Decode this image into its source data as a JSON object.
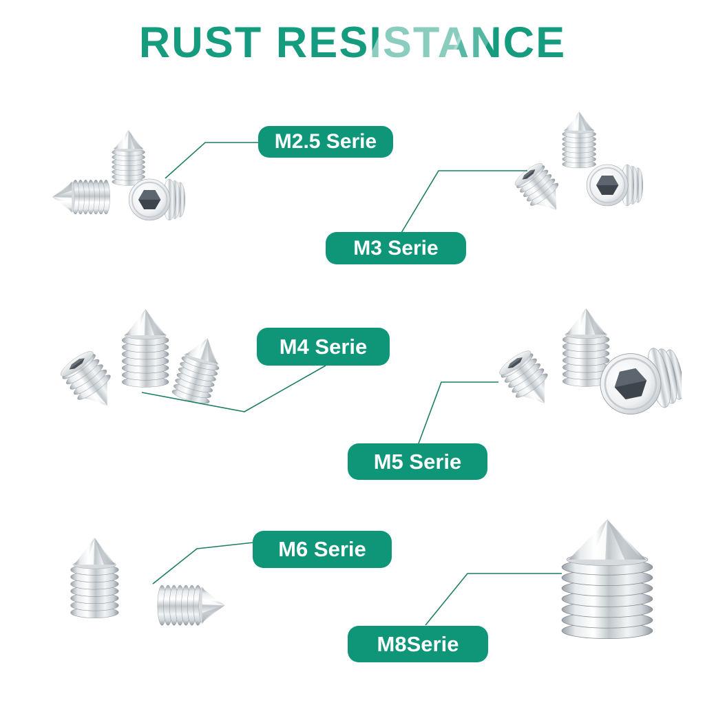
{
  "title": {
    "text": "RUST RESISTANCE",
    "color": "#159b7e"
  },
  "theme": {
    "background": "#ffffff",
    "label_background": "#0f9679",
    "label_text_color": "#ffffff",
    "leader_line_color": "#1e7d62",
    "metal_highlight": "#ffffff",
    "metal_shadow": "#8f979e"
  },
  "callouts": [
    {
      "id": "m2-5",
      "label": "M2.5 Serie",
      "screw_count": 3
    },
    {
      "id": "m3",
      "label": "M3 Serie",
      "screw_count": 3
    },
    {
      "id": "m4",
      "label": "M4 Serie",
      "screw_count": 3
    },
    {
      "id": "m5",
      "label": "M5 Serie",
      "screw_count": 3
    },
    {
      "id": "m6",
      "label": "M6 Serie",
      "screw_count": 2
    },
    {
      "id": "m8",
      "label": "M8Serie",
      "screw_count": 1
    }
  ]
}
